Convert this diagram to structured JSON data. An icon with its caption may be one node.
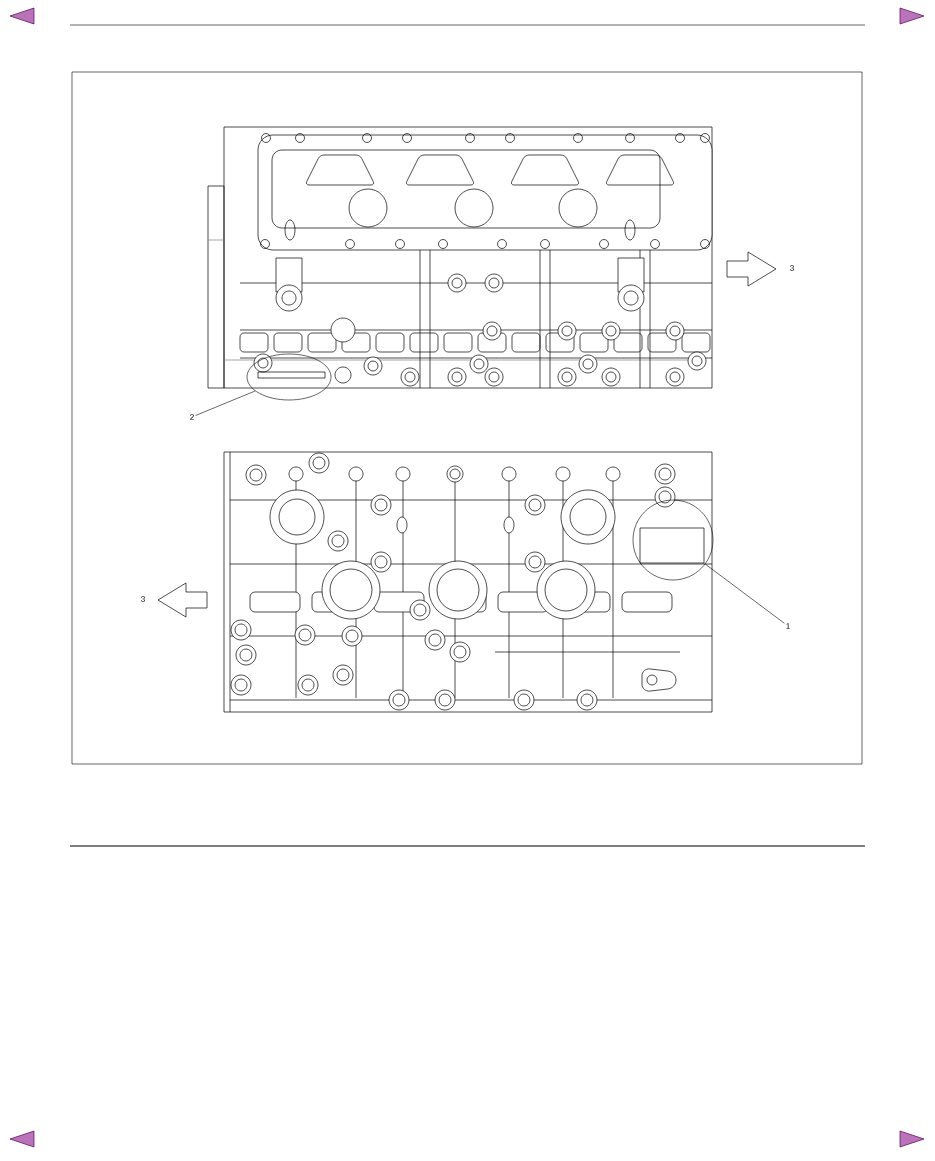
{
  "diagram": {
    "nodes": [
      {
        "text": [
          "2"
        ]
      },
      {
        "text": [],
        "shape": "circle"
      },
      {
        "text": [
          "1"
        ]
      },
      {
        "text": [],
        "shape": "circle"
      }
    ],
    "edges": [
      {
        "from": 0,
        "to": 1,
        "arrow": "none"
      },
      {
        "from": 2,
        "to": 3,
        "arrow": "none"
      }
    ],
    "labels": [
      "3",
      "3"
    ]
  }
}
